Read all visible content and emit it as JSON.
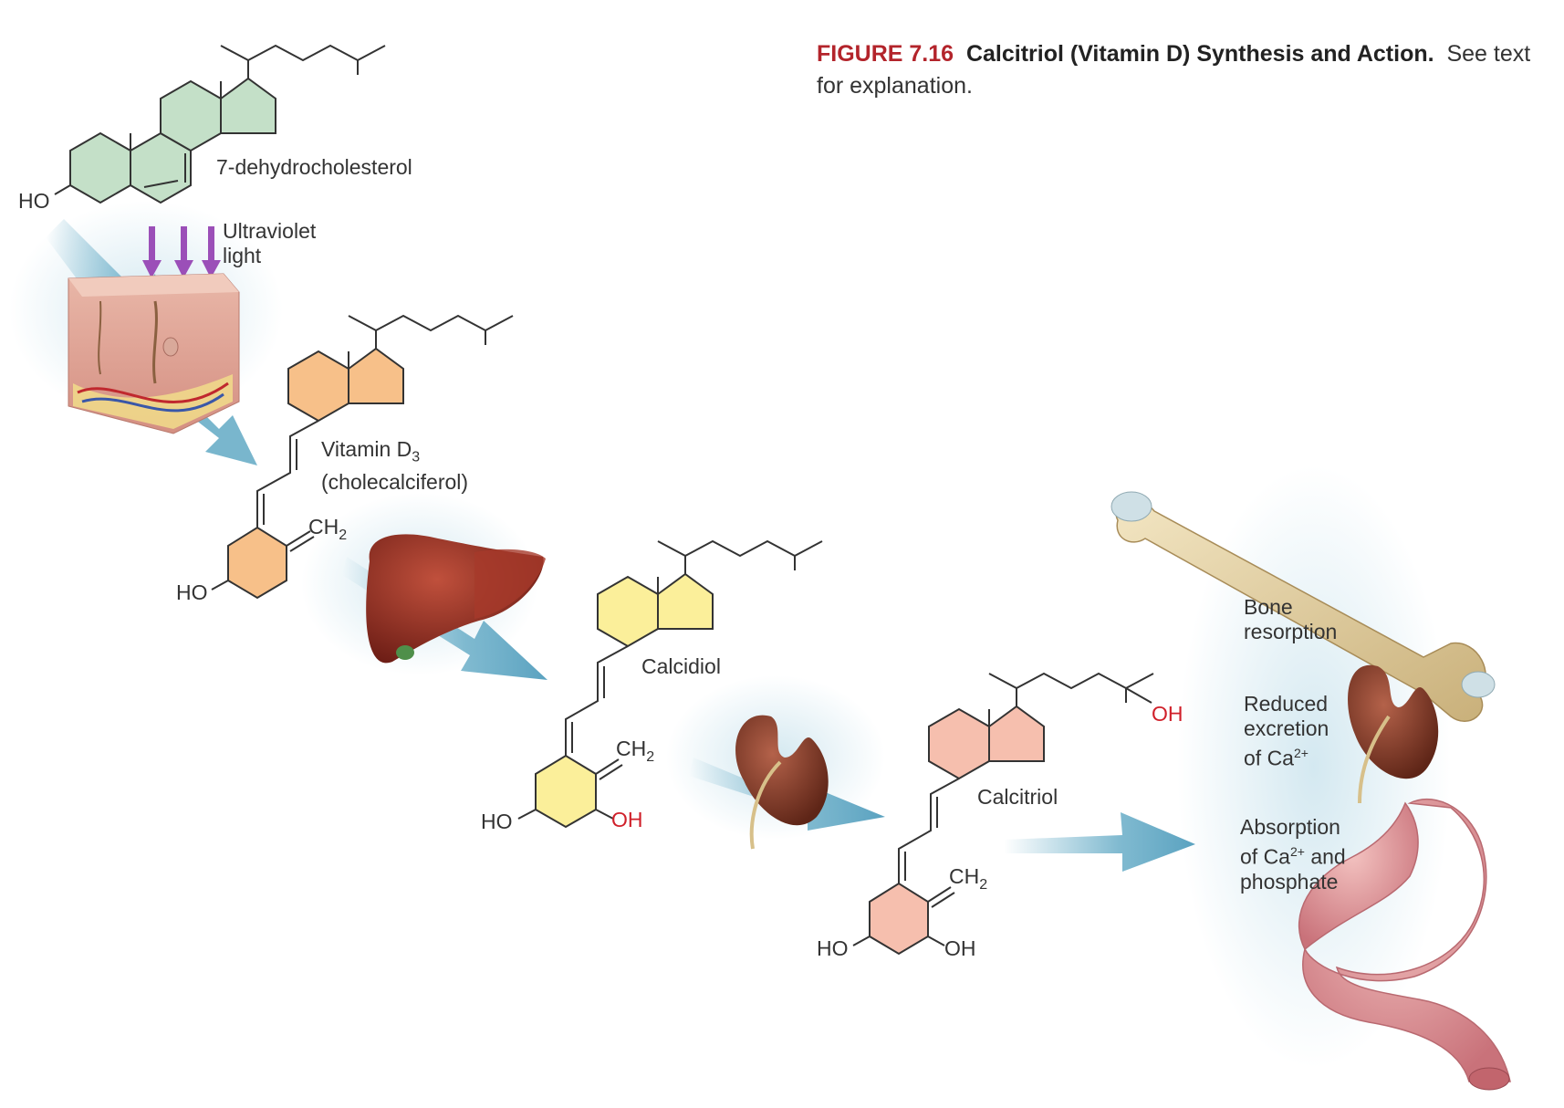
{
  "caption": {
    "figure_number": "FIGURE 7.16",
    "title": "Calcitriol (Vitamin D) Synthesis and Action.",
    "text": "See text for explanation."
  },
  "molecules": {
    "dehydrocholesterol": {
      "name": "7-dehydrocholesterol",
      "ho": "HO",
      "color": "#c4e0c8"
    },
    "vitamin_d3": {
      "name_line1_main": "Vitamin D",
      "name_line1_sub": "3",
      "name_line2": "(cholecalciferol)",
      "ch2_main": "CH",
      "ch2_sub": "2",
      "ho": "HO",
      "color": "#f7c089"
    },
    "calcidiol": {
      "name": "Calcidiol",
      "ch2_main": "CH",
      "ch2_sub": "2",
      "ho": "HO",
      "oh": "OH",
      "color": "#fbef9a"
    },
    "calcitriol": {
      "name": "Calcitriol",
      "ch2_main": "CH",
      "ch2_sub": "2",
      "ho": "HO",
      "oh": "OH",
      "side_oh": "OH",
      "color": "#f6bfae"
    }
  },
  "uv": {
    "label_line1": "Ultraviolet",
    "label_line2": "light"
  },
  "effects": {
    "bone": {
      "line1": "Bone",
      "line2": "resorption"
    },
    "kidney": {
      "line1": "Reduced",
      "line2": "excretion",
      "line3_main": "of Ca",
      "line3_sup": "2+"
    },
    "intestine": {
      "line1": "Absorption",
      "line2_main": "of Ca",
      "line2_sup": "2+",
      "line2_end": " and",
      "line3": "phosphate"
    }
  },
  "colors": {
    "arrow": "#6aaec8",
    "caption_red": "#b3242b",
    "red_text": "#d0202a",
    "liver": "#8f2a1f",
    "kidney": "#8a3a26",
    "bone": "#e8d6a8",
    "stomach": "#e3a0a0"
  }
}
